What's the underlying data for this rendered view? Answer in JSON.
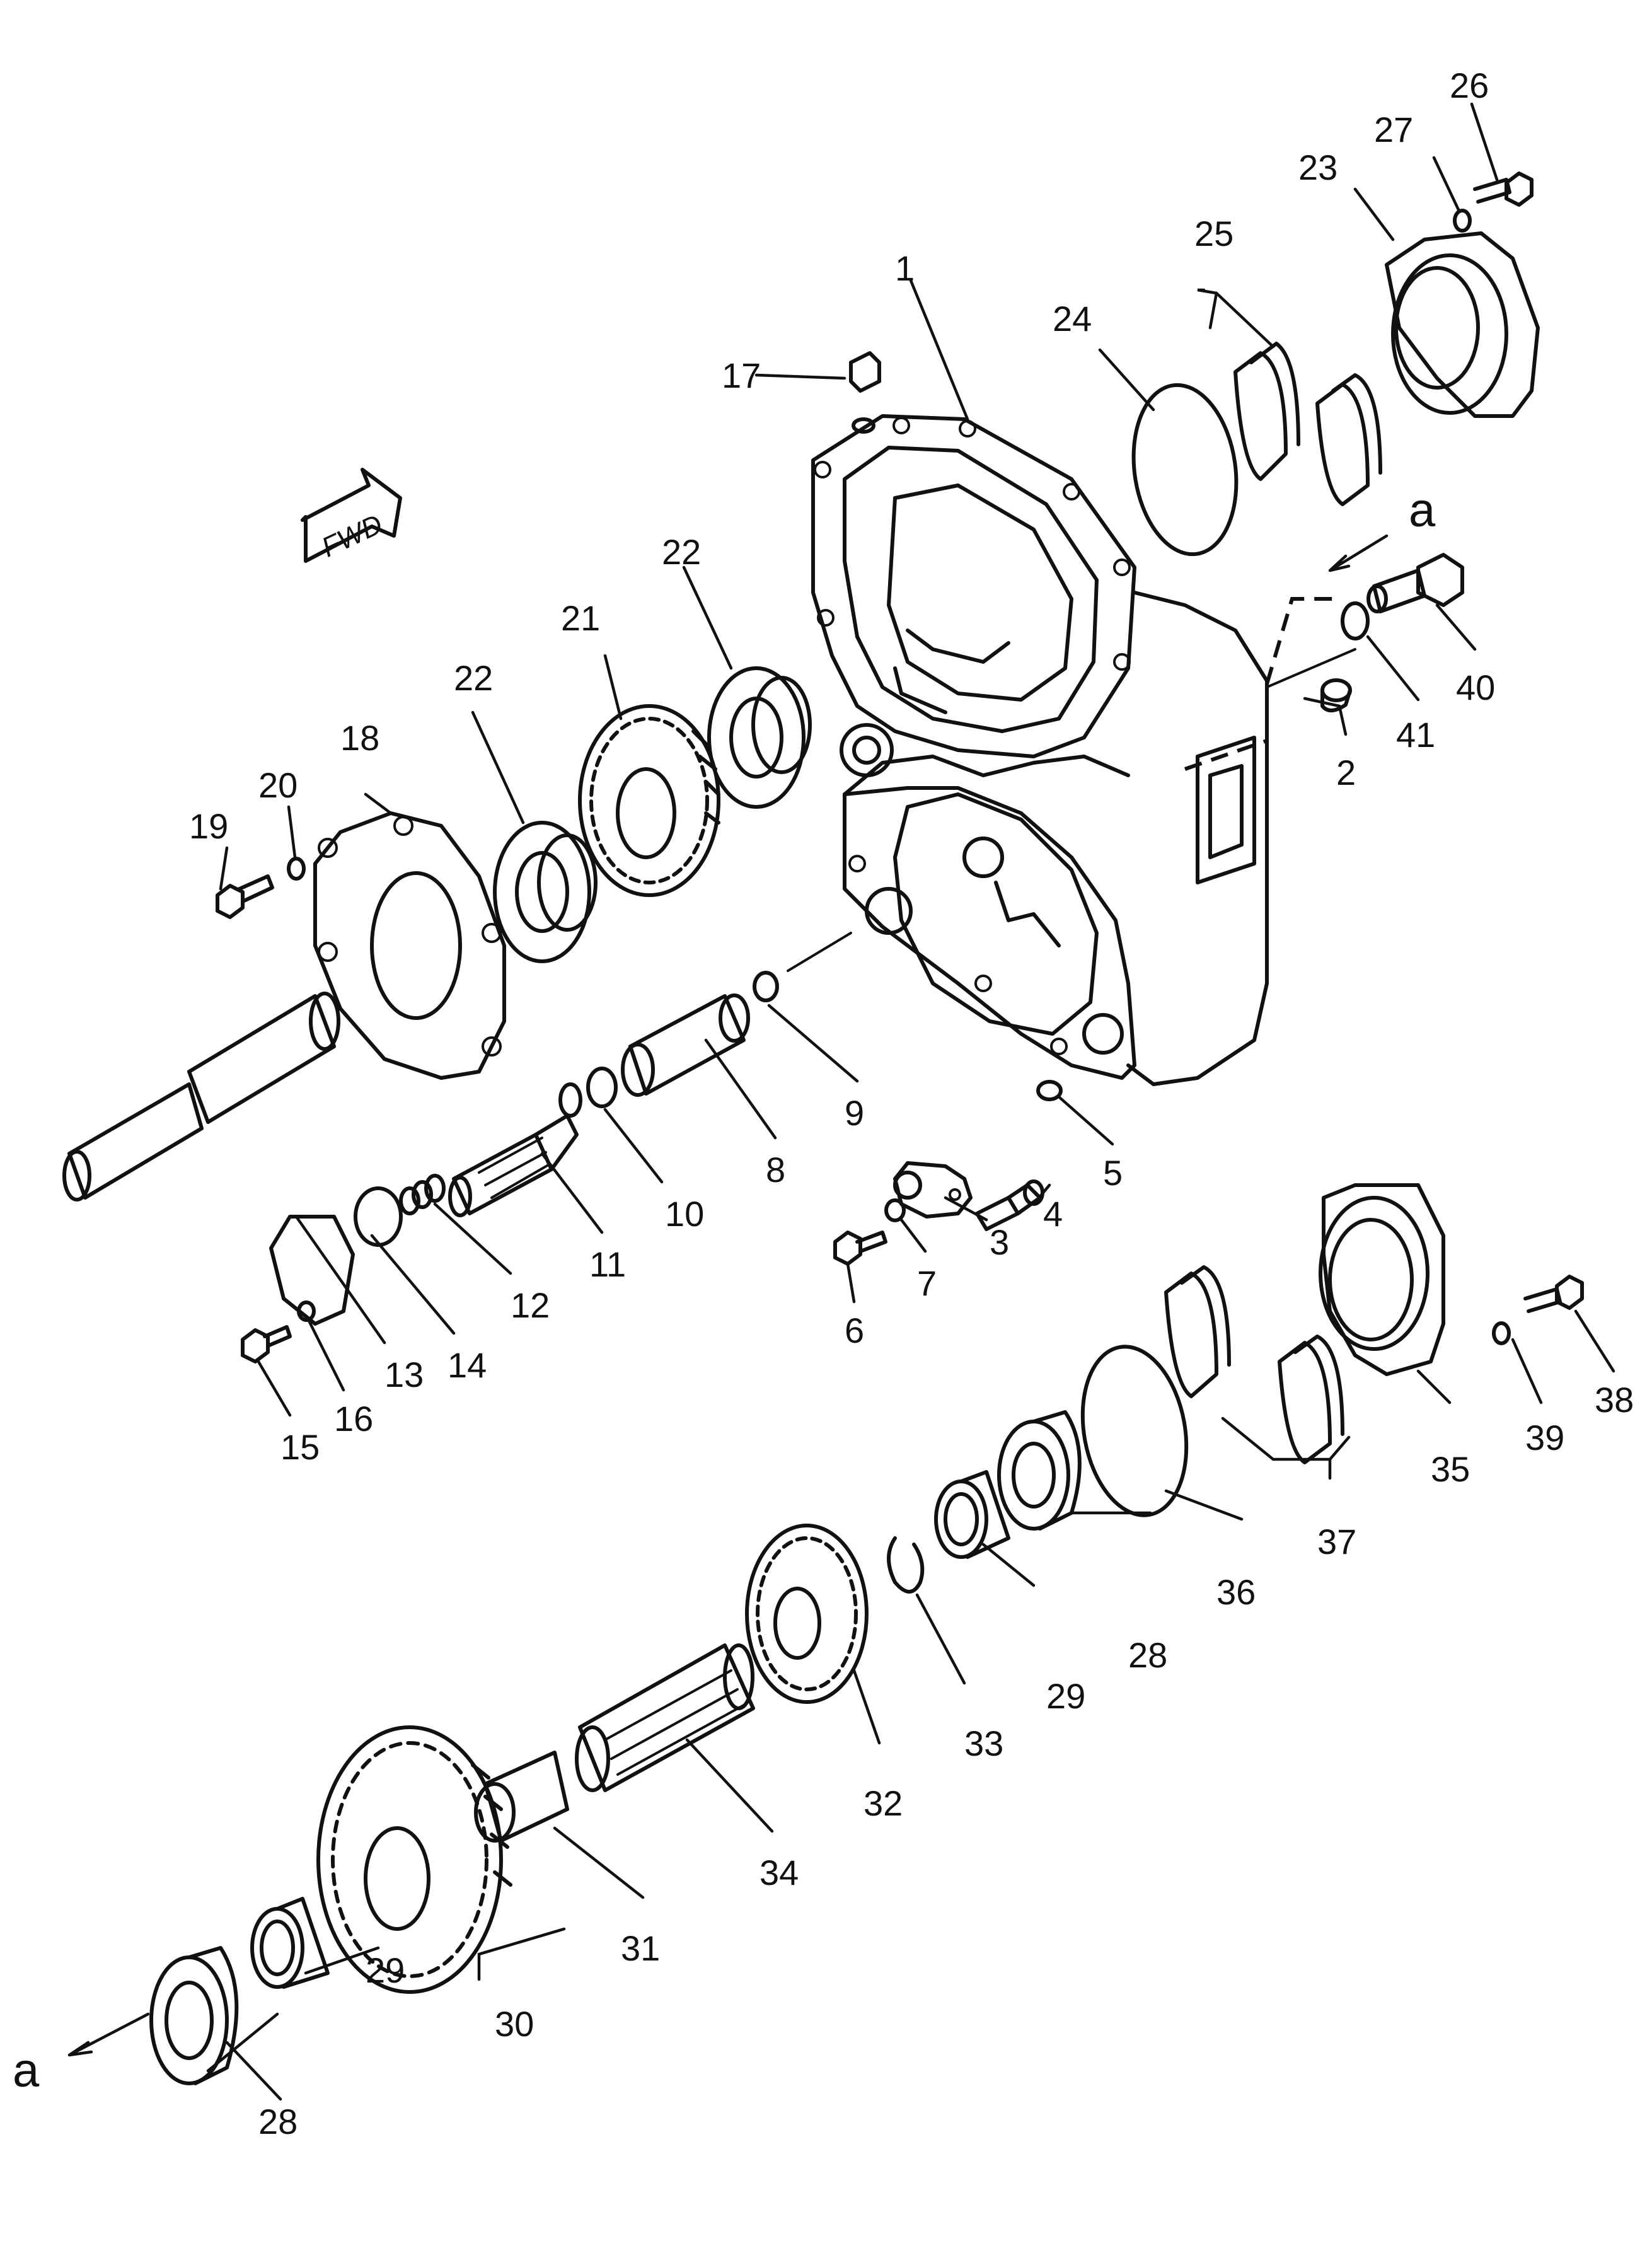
{
  "direction_badge": "FWD",
  "reference_markers": [
    "a",
    "a"
  ],
  "callouts": [
    {
      "n": "1"
    },
    {
      "n": "2"
    },
    {
      "n": "3"
    },
    {
      "n": "4"
    },
    {
      "n": "5"
    },
    {
      "n": "6"
    },
    {
      "n": "7"
    },
    {
      "n": "8"
    },
    {
      "n": "9"
    },
    {
      "n": "10"
    },
    {
      "n": "11"
    },
    {
      "n": "12"
    },
    {
      "n": "13"
    },
    {
      "n": "14"
    },
    {
      "n": "15"
    },
    {
      "n": "16"
    },
    {
      "n": "17"
    },
    {
      "n": "18"
    },
    {
      "n": "19"
    },
    {
      "n": "20"
    },
    {
      "n": "21"
    },
    {
      "n": "22"
    },
    {
      "n": "22"
    },
    {
      "n": "23"
    },
    {
      "n": "24"
    },
    {
      "n": "25"
    },
    {
      "n": "26"
    },
    {
      "n": "27"
    },
    {
      "n": "28"
    },
    {
      "n": "28"
    },
    {
      "n": "29"
    },
    {
      "n": "29"
    },
    {
      "n": "30"
    },
    {
      "n": "31"
    },
    {
      "n": "32"
    },
    {
      "n": "33"
    },
    {
      "n": "34"
    },
    {
      "n": "35"
    },
    {
      "n": "36"
    },
    {
      "n": "37"
    },
    {
      "n": "38"
    },
    {
      "n": "39"
    },
    {
      "n": "40"
    },
    {
      "n": "41"
    }
  ]
}
